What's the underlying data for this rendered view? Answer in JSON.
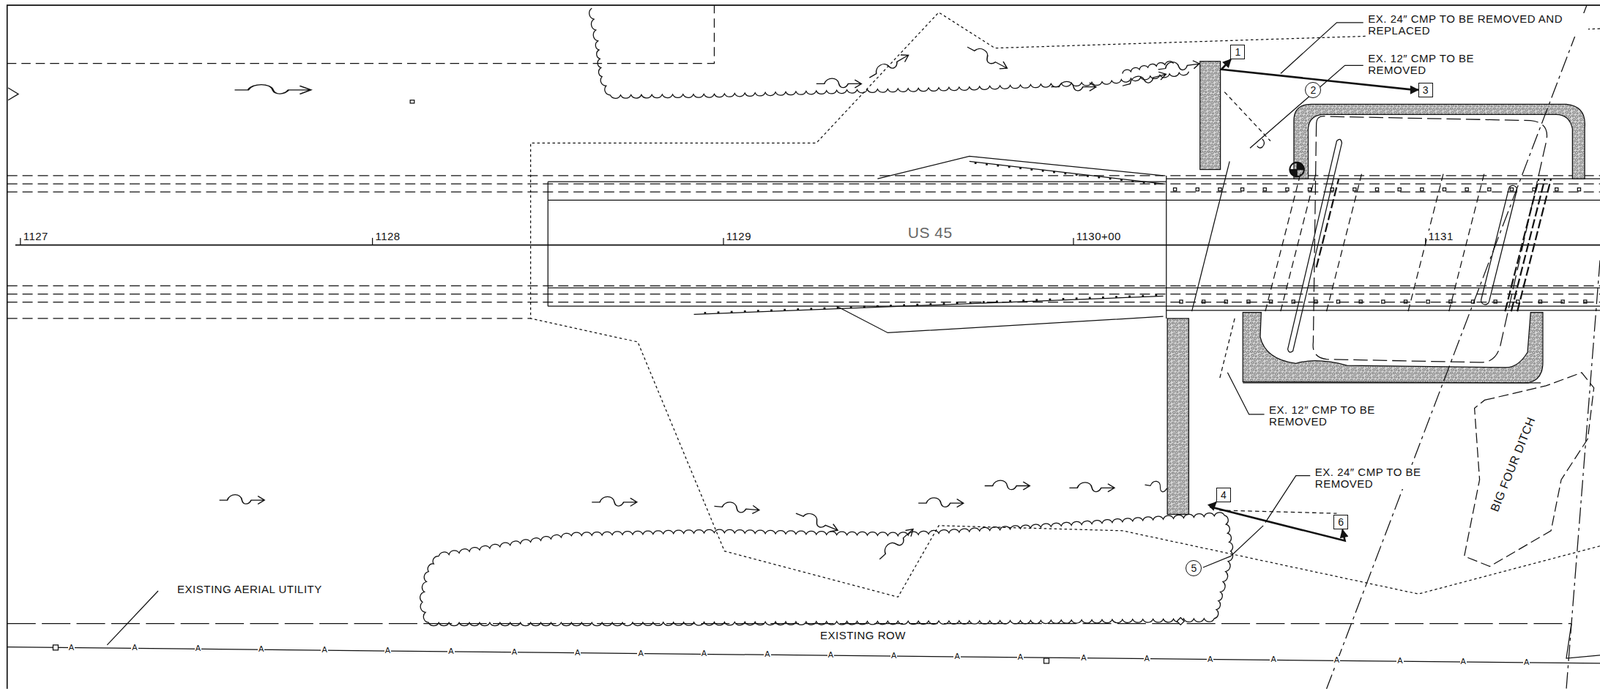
{
  "diagram": {
    "nodes": [
      {
        "text": [
          "1"
        ]
      },
      {
        "text": [
          "2"
        ]
      },
      {
        "text": [
          "3"
        ]
      },
      {
        "text": [
          "4"
        ]
      },
      {
        "text": [
          "5"
        ]
      },
      {
        "text": [
          "6"
        ]
      }
    ],
    "edges": [
      {
        "from": 0,
        "to": 2,
        "arrow": "both"
      },
      {
        "from": 3,
        "to": 5,
        "arrow": "both"
      }
    ],
    "labels": [
      "EX. 24″ CMP TO BE REMOVED AND REPLACED",
      "EX. 12″ CMP TO BE REMOVED",
      "1127",
      "1128",
      "1129",
      "US 45",
      "1130+00",
      "1131",
      "EX. 12″ CMP TO BE REMOVED",
      "EX. 24″ CMP TO BE REMOVED",
      "BIG FOUR DITCH",
      "EXISTING AERIAL UTILITY",
      "EXISTING ROW",
      "A",
      "A",
      "A",
      "A",
      "A",
      "A",
      "A",
      "A",
      "A",
      "A",
      "A",
      "A",
      "A",
      "A",
      "A",
      "A",
      "A",
      "A",
      "A",
      "A",
      "A",
      "A",
      "A",
      "A"
    ]
  }
}
